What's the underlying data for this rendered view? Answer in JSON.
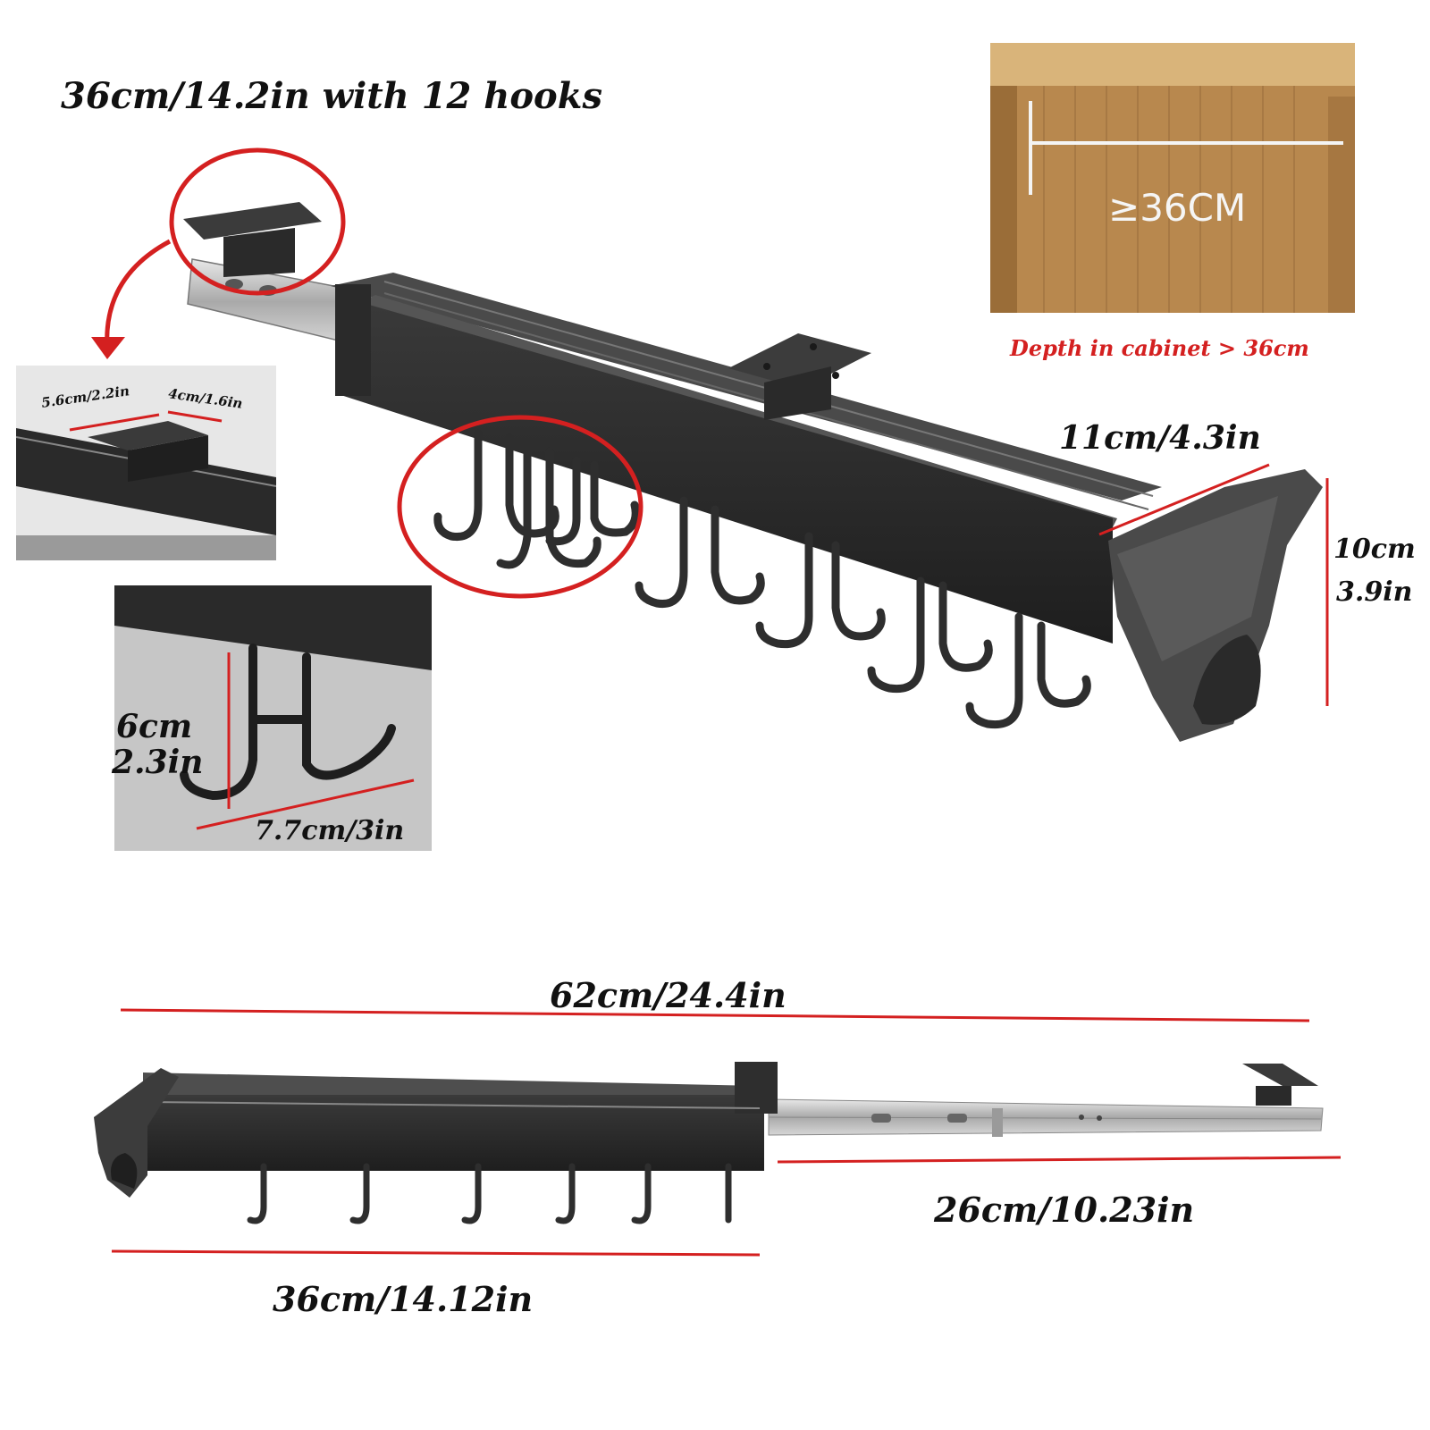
{
  "top_title": "36cm/14.2in with 12 hooks",
  "cabinet": {
    "depth_mark": "≥36CM",
    "caption": "Depth in cabinet > 36cm"
  },
  "mount_plate": {
    "width_label": "5.6cm/2.2in",
    "depth_label": "4cm/1.6in"
  },
  "hook": {
    "height_cm": "6cm",
    "height_in": "2.3in",
    "width_label": "7.7cm/3in"
  },
  "end_cap": {
    "width_label": "11cm/4.3in",
    "height_cm": "10cm",
    "height_in": "3.9in"
  },
  "extended": {
    "total_label": "62cm/24.4in",
    "rail_label": "26cm/10.23in",
    "body_label": "36cm/14.12in"
  },
  "colors": {
    "annotation_red": "#d42020",
    "rack_black": "#2b2b2b",
    "wood": "#b8884e"
  }
}
